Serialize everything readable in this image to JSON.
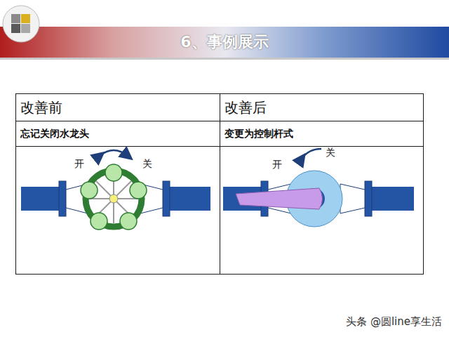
{
  "diagram": {
    "title": "6、事例展示",
    "labels": [
      "改善前",
      "改善后",
      "忘记关闭水龙头",
      "变更为控制杆式",
      "开",
      "关",
      "开",
      "关",
      "头条 @圆line享生活"
    ]
  }
}
